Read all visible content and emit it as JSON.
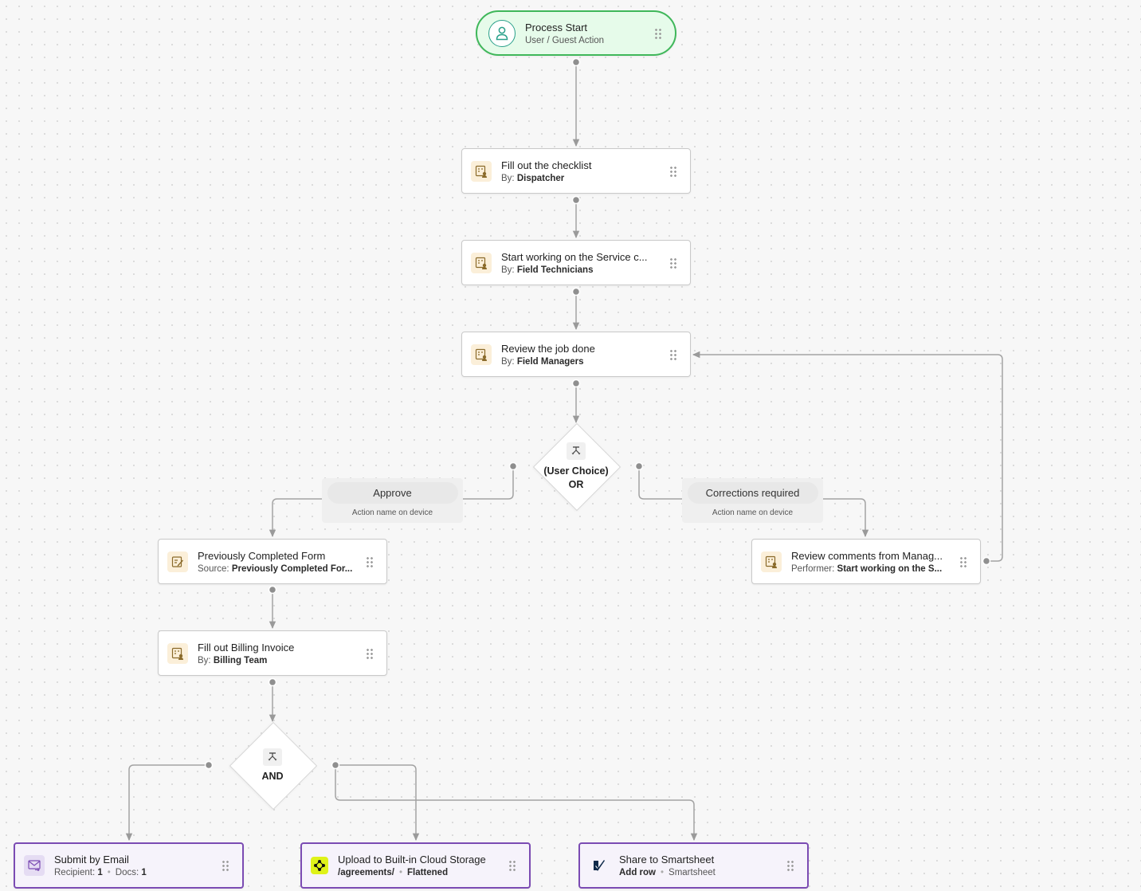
{
  "nodes": {
    "start": {
      "title": "Process Start",
      "subtitle": "User / Guest Action",
      "icon": "user-icon"
    },
    "checklist": {
      "title": "Fill out the checklist",
      "by_label": "By:",
      "by_value": "Dispatcher",
      "icon": "task-icon"
    },
    "service": {
      "title": "Start working on the Service c...",
      "by_label": "By:",
      "by_value": "Field Technicians",
      "icon": "task-icon"
    },
    "review": {
      "title": "Review the job done",
      "by_label": "By:",
      "by_value": "Field Managers",
      "icon": "task-icon"
    },
    "prev_form": {
      "title": "Previously Completed Form",
      "by_label": "Source:",
      "by_value": "Previously Completed For...",
      "icon": "edit-form-icon"
    },
    "review_comments": {
      "title": "Review comments from Manag...",
      "by_label": "Performer:",
      "by_value": "Start working on the S...",
      "icon": "task-icon"
    },
    "billing": {
      "title": "Fill out Billing Invoice",
      "by_label": "By:",
      "by_value": "Billing Team",
      "icon": "task-icon"
    },
    "email": {
      "title": "Submit by Email",
      "recipient_label": "Recipient:",
      "recipient_value": "1",
      "docs_label": "Docs:",
      "docs_value": "1",
      "icon": "email-icon"
    },
    "cloud": {
      "title": "Upload to Built-in Cloud Storage",
      "path": "/agreements/",
      "mode": "Flattened",
      "icon": "cloud-storage-icon"
    },
    "smartsheet": {
      "title": "Share to Smartsheet",
      "action": "Add row",
      "service": "Smartsheet",
      "icon": "smartsheet-icon"
    }
  },
  "gateways": {
    "or": {
      "line1": "(User Choice)",
      "line2": "OR",
      "icon": "branch-icon"
    },
    "and": {
      "label": "AND",
      "icon": "branch-icon"
    }
  },
  "branches": {
    "approve": {
      "label": "Approve",
      "sub": "Action name on device"
    },
    "corrections": {
      "label": "Corrections required",
      "sub": "Action name on device"
    }
  },
  "colors": {
    "start_border": "#3fb75a",
    "start_fill": "#e6fbea",
    "integration_border": "#7b4bb3",
    "task_icon_bg": "#fbefd9",
    "cloud_icon_bg": "#dff21a",
    "connector": "#9a9a9a"
  }
}
